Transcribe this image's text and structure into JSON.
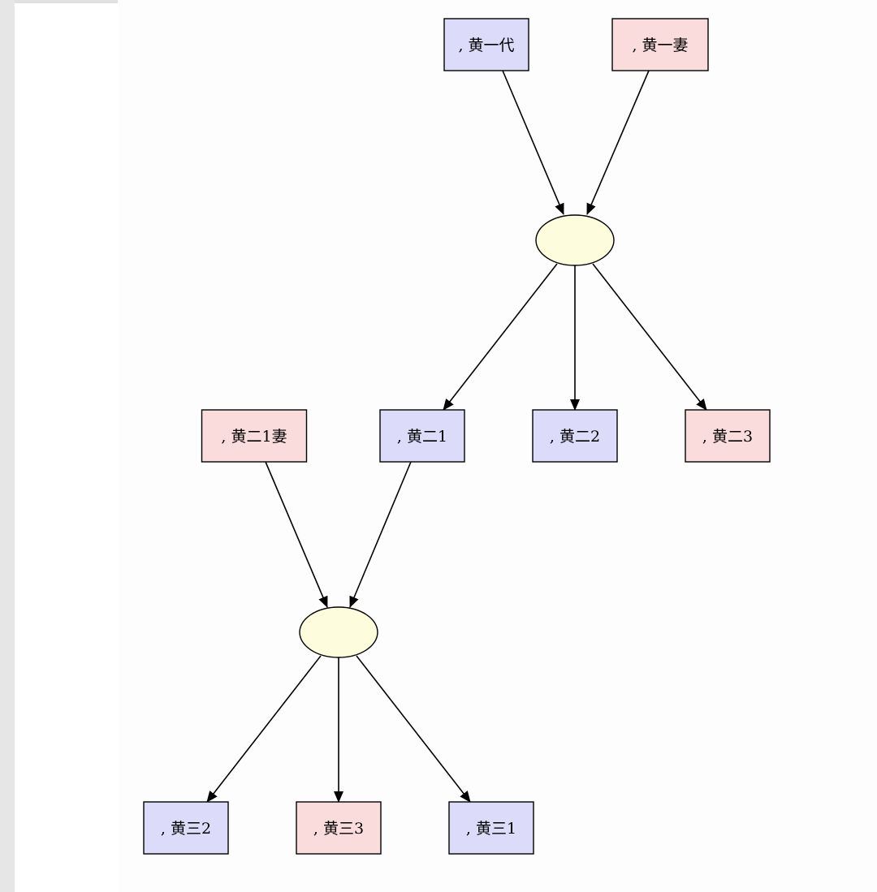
{
  "diagram": {
    "type": "family-tree",
    "colors": {
      "male": "#dcdcfa",
      "female": "#fbdcdc",
      "union": "#fdfcdc",
      "stroke": "#000000"
    },
    "nodes": [
      {
        "id": "g1_husband",
        "label": ", 黄一代",
        "kind": "male"
      },
      {
        "id": "g1_wife",
        "label": ", 黄一妻",
        "kind": "female"
      },
      {
        "id": "union1",
        "label": "",
        "kind": "union"
      },
      {
        "id": "g2_wife",
        "label": ", 黄二1妻",
        "kind": "female"
      },
      {
        "id": "g2_1",
        "label": ", 黄二1",
        "kind": "male"
      },
      {
        "id": "g2_2",
        "label": ", 黄二2",
        "kind": "male"
      },
      {
        "id": "g2_3",
        "label": ", 黄二3",
        "kind": "female"
      },
      {
        "id": "union2",
        "label": "",
        "kind": "union"
      },
      {
        "id": "g3_2",
        "label": ", 黄三2",
        "kind": "male"
      },
      {
        "id": "g3_3",
        "label": ", 黄三3",
        "kind": "female"
      },
      {
        "id": "g3_1",
        "label": ", 黄三1",
        "kind": "male"
      }
    ],
    "edges": [
      {
        "from": "g1_husband",
        "to": "union1"
      },
      {
        "from": "g1_wife",
        "to": "union1"
      },
      {
        "from": "union1",
        "to": "g2_1"
      },
      {
        "from": "union1",
        "to": "g2_2"
      },
      {
        "from": "union1",
        "to": "g2_3"
      },
      {
        "from": "g2_wife",
        "to": "union2"
      },
      {
        "from": "g2_1",
        "to": "union2"
      },
      {
        "from": "union2",
        "to": "g3_2"
      },
      {
        "from": "union2",
        "to": "g3_3"
      },
      {
        "from": "union2",
        "to": "g3_1"
      }
    ]
  }
}
